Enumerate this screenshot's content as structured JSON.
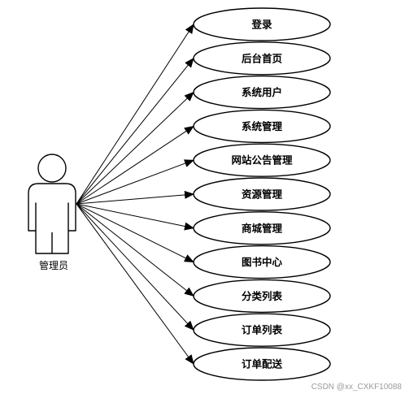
{
  "actor": {
    "label": "管理员"
  },
  "use_cases": [
    "登录",
    "后台首页",
    "系统用户",
    "系统管理",
    "网站公告管理",
    "资源管理",
    "商城管理",
    "图书中心",
    "分类列表",
    "订单列表",
    "订单配送"
  ],
  "watermark": "CSDN @xx_CXKF10088"
}
